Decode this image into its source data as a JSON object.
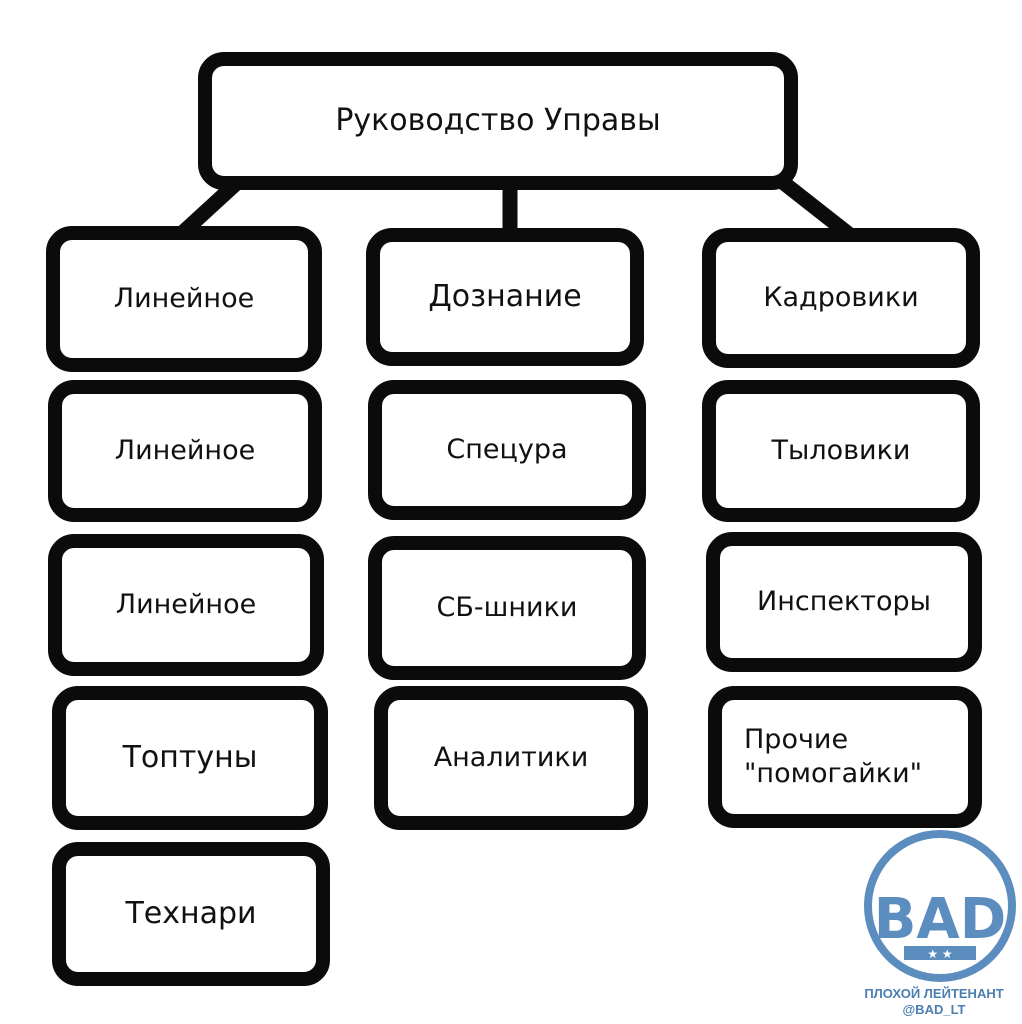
{
  "root": {
    "label": "Руководство Управы"
  },
  "columns": [
    {
      "items": [
        "Линейное",
        "Линейное",
        "Линейное",
        "Топтуны",
        "Технари"
      ]
    },
    {
      "items": [
        "Дознание",
        "Спецура",
        "СБ-шники",
        "Аналитики"
      ]
    },
    {
      "items": [
        "Кадровики",
        "Тыловики",
        "Инспекторы",
        "Прочие \"помогайки\""
      ]
    }
  ],
  "watermark": {
    "logo_text": "BAD",
    "caption_line1": "ПЛОХОЙ ЛЕЙТЕНАНТ",
    "caption_line2": "@BAD_LT",
    "color": "#5b8dbf"
  },
  "colors": {
    "border": "#0b0b0b",
    "background": "#ffffff",
    "text": "#111111"
  }
}
